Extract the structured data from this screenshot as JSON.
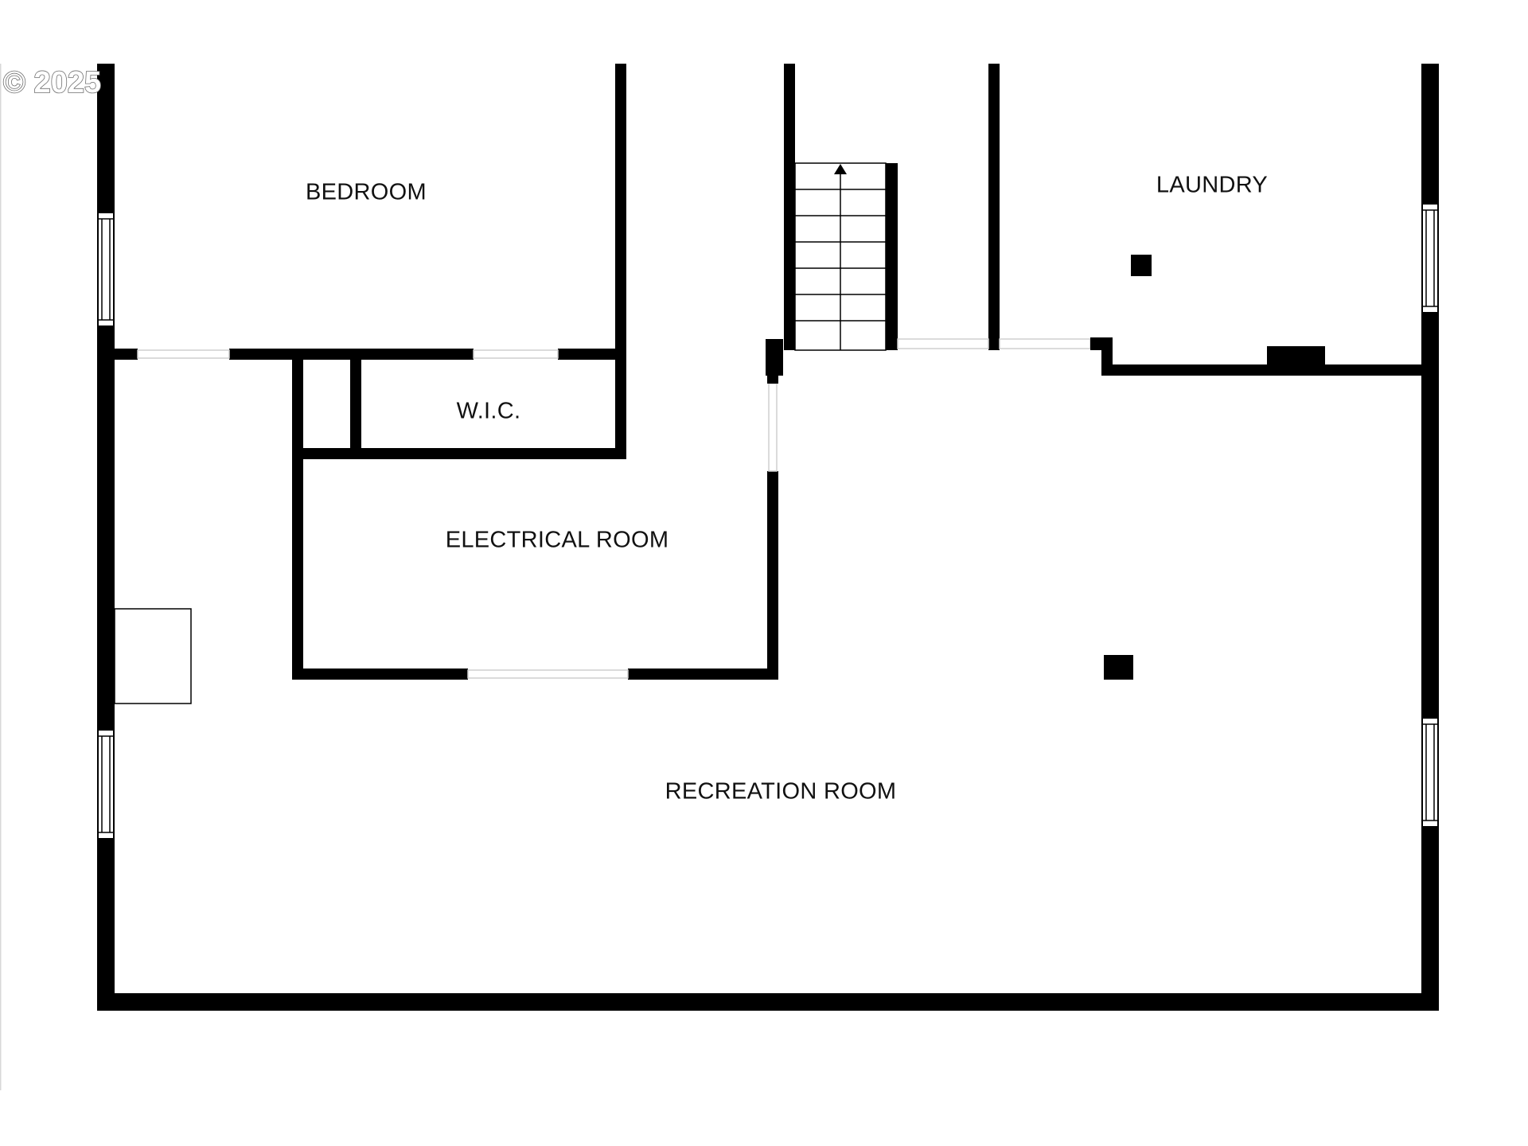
{
  "watermark": {
    "text": "© 2025"
  },
  "rooms": {
    "bedroom": "BEDROOM",
    "wic": "W.I.C.",
    "laundry": "LAUNDRY",
    "electrical": "ELECTRICAL ROOM",
    "recreation": "RECREATION ROOM"
  },
  "colors": {
    "wall": "#000000",
    "background": "#ffffff",
    "watermark_stroke": "#6e6e6e"
  },
  "icons": {
    "stair_direction": "up-arrow-icon"
  }
}
